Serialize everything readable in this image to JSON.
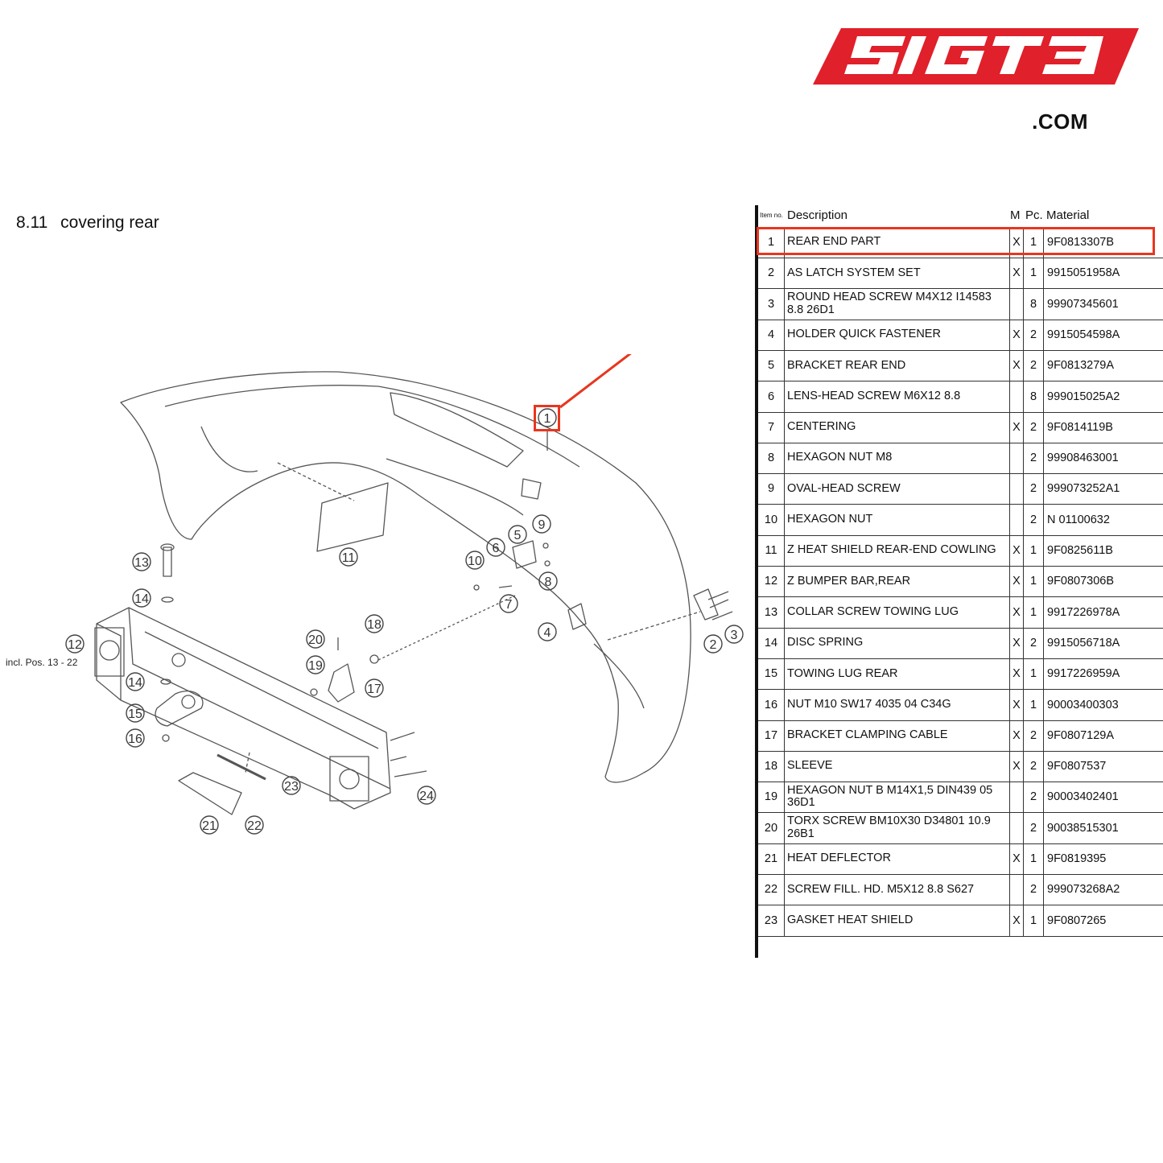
{
  "logo": {
    "brand": "SIGT3",
    "com": ".COM",
    "color": "#e0202a"
  },
  "section": {
    "number": "8.11",
    "title": "covering rear"
  },
  "diagram": {
    "note": "incl. Pos. 13 - 22",
    "callouts": [
      "1",
      "2",
      "3",
      "4",
      "5",
      "6",
      "7",
      "8",
      "9",
      "10",
      "11",
      "12",
      "13",
      "14",
      "14",
      "15",
      "16",
      "17",
      "18",
      "19",
      "20",
      "21",
      "22",
      "23",
      "24"
    ]
  },
  "table": {
    "headers": {
      "item": "Item no.",
      "desc": "Description",
      "m": "M",
      "pc": "Pc.",
      "material": "Material"
    },
    "highlight_color": "#e8361f",
    "rows": [
      {
        "item": "1",
        "desc": "REAR END PART",
        "m": "X",
        "pc": "1",
        "material": "9F0813307B"
      },
      {
        "item": "2",
        "desc": "AS LATCH SYSTEM SET",
        "m": "X",
        "pc": "1",
        "material": "9915051958A"
      },
      {
        "item": "3",
        "desc": "ROUND HEAD SCREW M4X12 I14583 8.8 26D1",
        "m": "",
        "pc": "8",
        "material": "99907345601"
      },
      {
        "item": "4",
        "desc": "HOLDER QUICK FASTENER",
        "m": "X",
        "pc": "2",
        "material": "9915054598A"
      },
      {
        "item": "5",
        "desc": "BRACKET REAR END",
        "m": "X",
        "pc": "2",
        "material": "9F0813279A"
      },
      {
        "item": "6",
        "desc": "LENS-HEAD SCREW M6X12 8.8",
        "m": "",
        "pc": "8",
        "material": "999015025A2"
      },
      {
        "item": "7",
        "desc": "CENTERING",
        "m": "X",
        "pc": "2",
        "material": "9F0814119B"
      },
      {
        "item": "8",
        "desc": "HEXAGON NUT M8",
        "m": "",
        "pc": "2",
        "material": "99908463001"
      },
      {
        "item": "9",
        "desc": "OVAL-HEAD SCREW",
        "m": "",
        "pc": "2",
        "material": "999073252A1"
      },
      {
        "item": "10",
        "desc": "HEXAGON NUT",
        "m": "",
        "pc": "2",
        "material": "N 01100632"
      },
      {
        "item": "11",
        "desc": "Z HEAT SHIELD REAR-END COWLING",
        "m": "X",
        "pc": "1",
        "material": "9F0825611B"
      },
      {
        "item": "12",
        "desc": "Z BUMPER BAR,REAR",
        "m": "X",
        "pc": "1",
        "material": "9F0807306B"
      },
      {
        "item": "13",
        "desc": "COLLAR SCREW TOWING LUG",
        "m": "X",
        "pc": "1",
        "material": "9917226978A"
      },
      {
        "item": "14",
        "desc": "DISC SPRING",
        "m": "X",
        "pc": "2",
        "material": "9915056718A"
      },
      {
        "item": "15",
        "desc": "TOWING LUG REAR",
        "m": "X",
        "pc": "1",
        "material": "9917226959A"
      },
      {
        "item": "16",
        "desc": "NUT M10 SW17 4035 04 C34G",
        "m": "X",
        "pc": "1",
        "material": "90003400303"
      },
      {
        "item": "17",
        "desc": "BRACKET CLAMPING CABLE",
        "m": "X",
        "pc": "2",
        "material": "9F0807129A"
      },
      {
        "item": "18",
        "desc": "SLEEVE",
        "m": "X",
        "pc": "2",
        "material": "9F0807537"
      },
      {
        "item": "19",
        "desc": "HEXAGON NUT B M14X1,5 DIN439 05 36D1",
        "m": "",
        "pc": "2",
        "material": "90003402401"
      },
      {
        "item": "20",
        "desc": "TORX SCREW BM10X30 D34801 10.9 26B1",
        "m": "",
        "pc": "2",
        "material": "90038515301"
      },
      {
        "item": "21",
        "desc": "HEAT DEFLECTOR",
        "m": "X",
        "pc": "1",
        "material": "9F0819395"
      },
      {
        "item": "22",
        "desc": "SCREW FILL. HD. M5X12 8.8 S627",
        "m": "",
        "pc": "2",
        "material": "999073268A2"
      },
      {
        "item": "23",
        "desc": "GASKET HEAT SHIELD",
        "m": "X",
        "pc": "1",
        "material": "9F0807265"
      }
    ]
  }
}
